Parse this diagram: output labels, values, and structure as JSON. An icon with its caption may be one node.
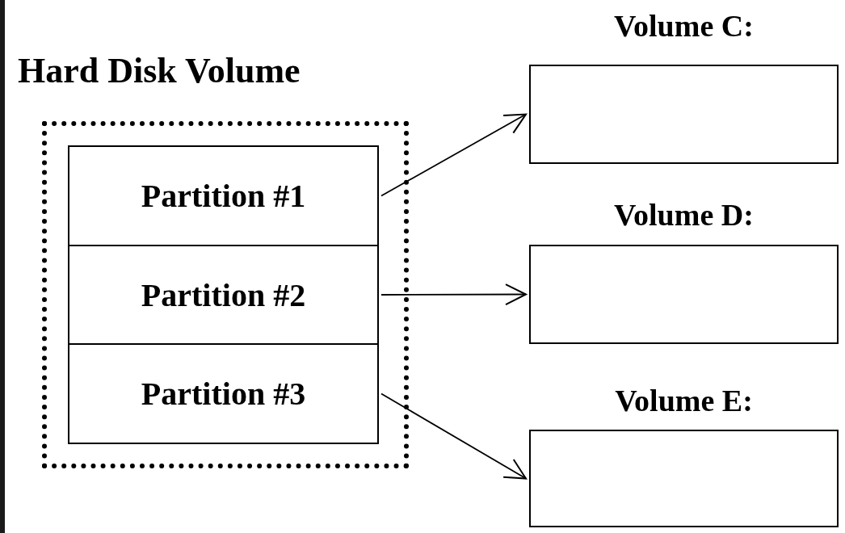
{
  "diagram": {
    "nodes": [
      {
        "text": [
          "Hard Disk Volume"
        ]
      },
      {
        "text": [
          "Partition #1"
        ],
        "in": 0
      },
      {
        "text": [
          "Partition #2"
        ],
        "in": 0
      },
      {
        "text": [
          "Partition #3"
        ],
        "in": 0
      },
      {
        "text": [
          "Volume C:"
        ]
      },
      {
        "text": [
          "Volume D:"
        ]
      },
      {
        "text": [
          "Volume E:"
        ]
      }
    ],
    "edges": [
      {
        "from": 1,
        "to": 4,
        "arrow": "to"
      },
      {
        "from": 2,
        "to": 5,
        "arrow": "to"
      },
      {
        "from": 3,
        "to": 6,
        "arrow": "to"
      }
    ]
  }
}
